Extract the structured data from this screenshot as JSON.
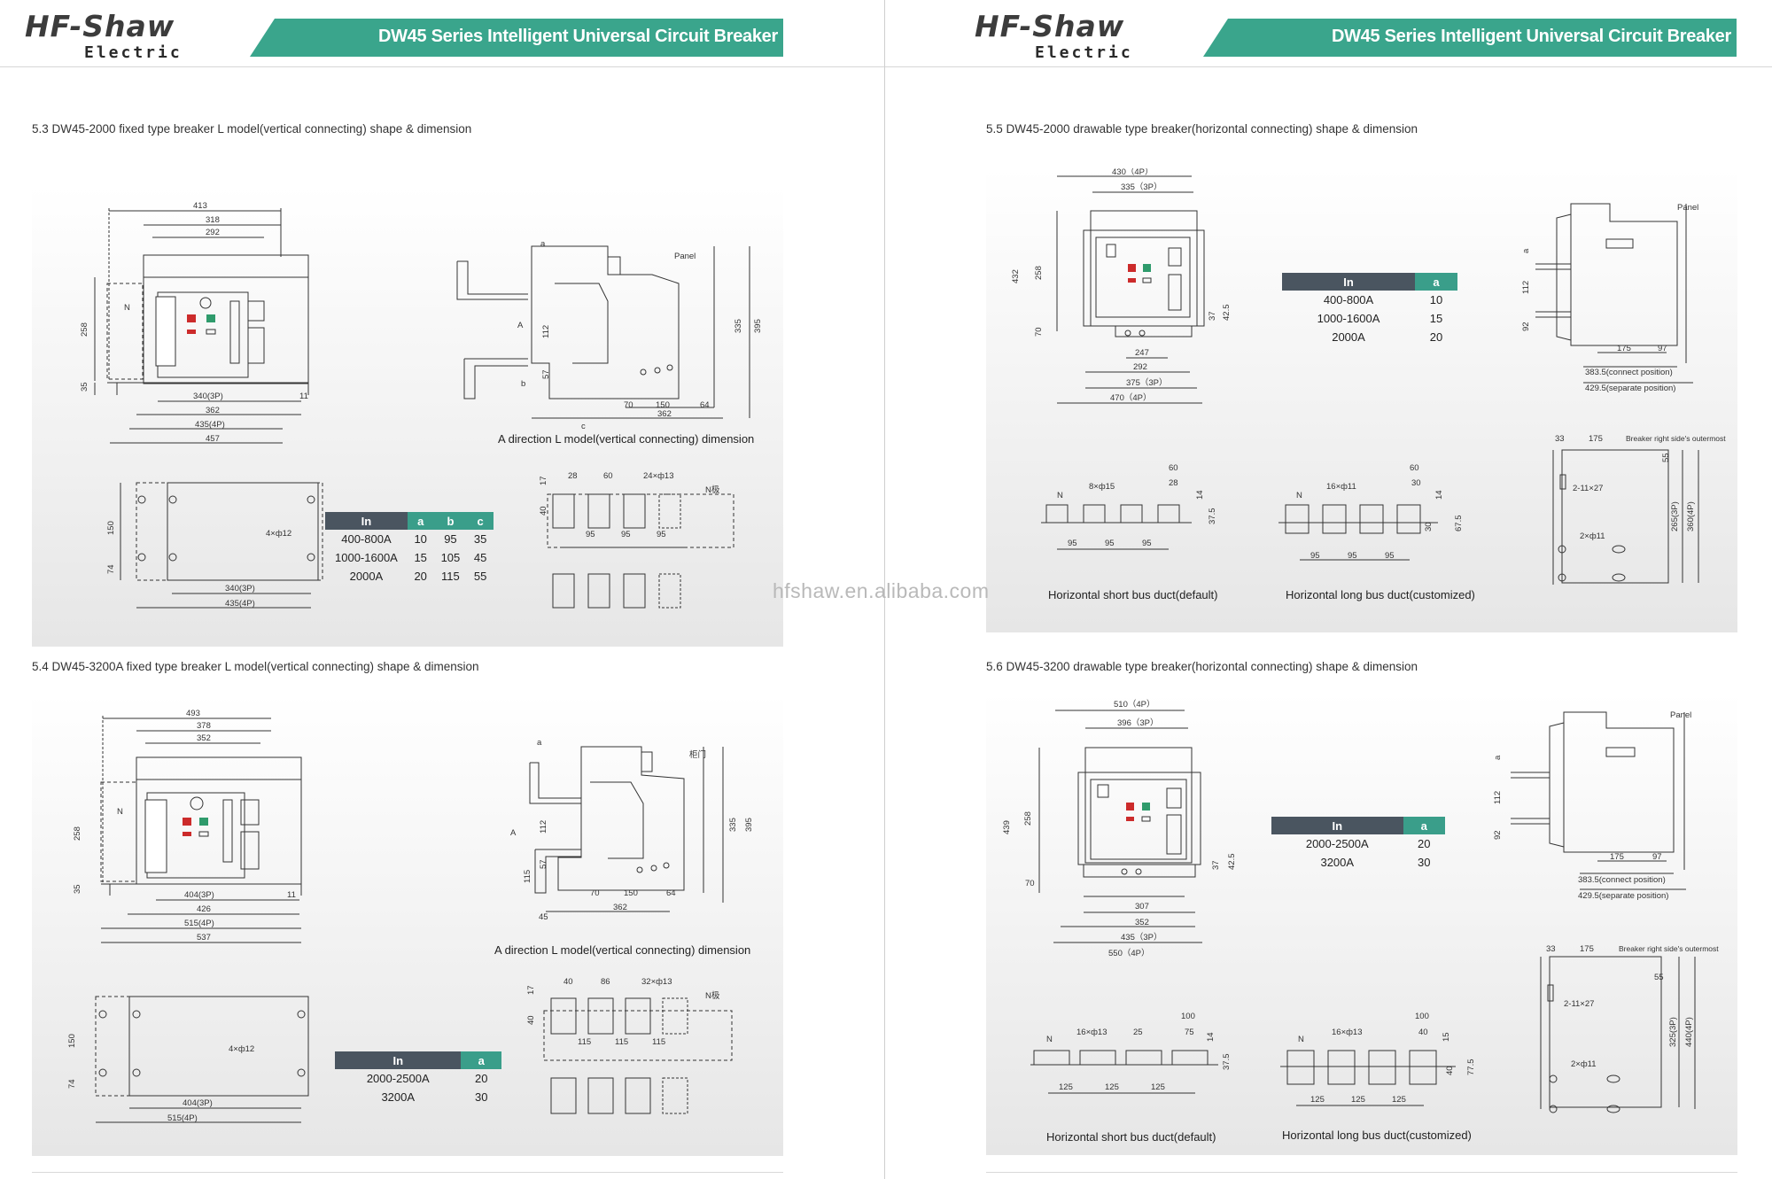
{
  "header": {
    "logo_main": "HF-Shaw",
    "logo_sub": "Electric",
    "title": "DW45  Series Intelligent Universal Circuit Breaker"
  },
  "colors": {
    "accent": "#3aa58c",
    "table_head": "#4a5560",
    "table_head_accent": "#3a9e8a"
  },
  "watermark": "hfshaw.en.alibaba.com",
  "left_page": {
    "section_53": {
      "title": "5.3  DW45-2000 fixed type breaker L model(vertical connecting) shape & dimension",
      "caption_side": "A direction L model(vertical connecting) dimension",
      "front_dims": {
        "w1": "413",
        "w2": "318",
        "w3": "292",
        "h1": "258",
        "h2": "35",
        "b1": "340(3P)",
        "b2": "362",
        "b3": "435(4P)",
        "b4": "457",
        "gap": "11",
        "n": "N"
      },
      "side_labels": {
        "a": "a",
        "panel": "Panel",
        "A": "A",
        "d112": "112",
        "d57": "57",
        "b": "b",
        "c": "c",
        "d335": "335",
        "d395": "395",
        "d70": "70",
        "d150": "150",
        "d64": "64",
        "d362": "362"
      },
      "base_dims": {
        "h150": "150",
        "h74": "74",
        "holes": "4×ф12",
        "w340": "340(3P)",
        "w435": "435(4P)"
      },
      "terminal_dims": {
        "d17": "17",
        "d28": "28",
        "d60": "60",
        "holes": "24×ф13",
        "n": "N极",
        "d40": "40",
        "p1": "95",
        "p2": "95",
        "p3": "95"
      },
      "table": {
        "headers": [
          "In",
          "a",
          "b",
          "c"
        ],
        "rows": [
          [
            "400-800A",
            "10",
            "95",
            "35"
          ],
          [
            "1000-1600A",
            "15",
            "105",
            "45"
          ],
          [
            "2000A",
            "20",
            "115",
            "55"
          ]
        ]
      }
    },
    "section_54": {
      "title": "5.4  DW45-3200A fixed type breaker L model(vertical connecting) shape & dimension",
      "caption_side": "A direction L model(vertical connecting) dimension",
      "front_dims": {
        "w1": "493",
        "w2": "378",
        "w3": "352",
        "h1": "258",
        "h2": "35",
        "b1": "404(3P)",
        "b2": "426",
        "b3": "515(4P)",
        "b4": "537",
        "gap": "11",
        "n": "N"
      },
      "side_labels": {
        "a": "a",
        "panel": "柜门",
        "A": "A",
        "d112": "112",
        "d57": "57",
        "d115": "115",
        "d335": "335",
        "d395": "395",
        "d45": "45",
        "d70": "70",
        "d150": "150",
        "d64": "64",
        "d362": "362"
      },
      "base_dims": {
        "h150": "150",
        "h74": "74",
        "holes": "4×ф12",
        "w404": "404(3P)",
        "w515": "515(4P)"
      },
      "terminal_dims": {
        "d17": "17",
        "d40": "40",
        "d86": "86",
        "holes": "32×ф13",
        "n": "N极",
        "d40v": "40",
        "p1": "115",
        "p2": "115",
        "p3": "115"
      },
      "table": {
        "headers": [
          "In",
          "a"
        ],
        "rows": [
          [
            "2000-2500A",
            "20"
          ],
          [
            "3200A",
            "30"
          ]
        ]
      }
    }
  },
  "right_page": {
    "section_55": {
      "title": "5.5  DW45-2000 drawable type breaker(horizontal connecting) shape & dimension",
      "front_dims": {
        "w430": "430（4P）",
        "w335": "335（3P）",
        "h432": "432",
        "h258": "258",
        "h70": "70",
        "h37": "37",
        "h425": "42.5",
        "b247": "247",
        "b292": "292",
        "b375": "375（3P）",
        "b470": "470（4P）"
      },
      "table": {
        "headers": [
          "In",
          "a"
        ],
        "rows": [
          [
            "400-800A",
            "10"
          ],
          [
            "1000-1600A",
            "15"
          ],
          [
            "2000A",
            "20"
          ]
        ]
      },
      "side_dims": {
        "panel": "Panel",
        "a": "a",
        "d112": "112",
        "d92": "92",
        "d175": "175",
        "d97": "97",
        "d3835": "383.5(connect position)",
        "d4295": "429.5(separate position)"
      },
      "bus_short": {
        "caption": "Horizontal short bus duct(default)",
        "n": "N",
        "holes": "8×ф15",
        "d60": "60",
        "d28": "28",
        "d14": "14",
        "d375": "37.5",
        "p1": "95",
        "p2": "95",
        "p3": "95"
      },
      "bus_long": {
        "caption": "Horizontal long bus duct(customized)",
        "n": "N",
        "holes": "16×ф11",
        "d60": "60",
        "d30": "30",
        "d14": "14",
        "d30v": "30",
        "d675": "67.5",
        "p1": "95",
        "p2": "95",
        "p3": "95"
      },
      "mount": {
        "d33": "33",
        "d175": "175",
        "note": "Breaker right side's outermost",
        "d55": "55",
        "slot": "2-11×27",
        "holes": "2×ф11",
        "d265": "265(3P)",
        "d360": "360(4P)"
      }
    },
    "section_56": {
      "title": "5.6  DW45-3200 drawable type breaker(horizontal connecting) shape & dimension",
      "front_dims": {
        "w510": "510（4P）",
        "w396": "396（3P）",
        "h439": "439",
        "h258": "258",
        "h70": "70",
        "h37": "37",
        "h425": "42.5",
        "b307": "307",
        "b352": "352",
        "b435": "435（3P）",
        "b550": "550（4P）"
      },
      "table": {
        "headers": [
          "In",
          "a"
        ],
        "rows": [
          [
            "2000-2500A",
            "20"
          ],
          [
            "3200A",
            "30"
          ]
        ]
      },
      "side_dims": {
        "panel": "Panel",
        "a": "a",
        "d112": "112",
        "d92": "92",
        "d175": "175",
        "d97": "97",
        "d3835": "383.5(connect position)",
        "d4295": "429.5(separate position)"
      },
      "bus_short": {
        "caption": "Horizontal short bus duct(default)",
        "n": "N",
        "holes": "16×ф13",
        "d25": "25",
        "d100": "100",
        "d75": "75",
        "d14": "14",
        "d375": "37.5",
        "p1": "125",
        "p2": "125",
        "p3": "125"
      },
      "bus_long": {
        "caption": "Horizontal long bus duct(customized)",
        "n": "N",
        "holes": "16×ф13",
        "d100": "100",
        "d40": "40",
        "d15": "15",
        "d40v": "40",
        "d775": "77.5",
        "p1": "125",
        "p2": "125",
        "p3": "125"
      },
      "mount": {
        "d33": "33",
        "d175": "175",
        "note": "Breaker right side's outermost",
        "d55": "55",
        "slot": "2-11×27",
        "holes": "2×ф11",
        "d325": "325(3P)",
        "d440": "440(4P)"
      }
    }
  }
}
